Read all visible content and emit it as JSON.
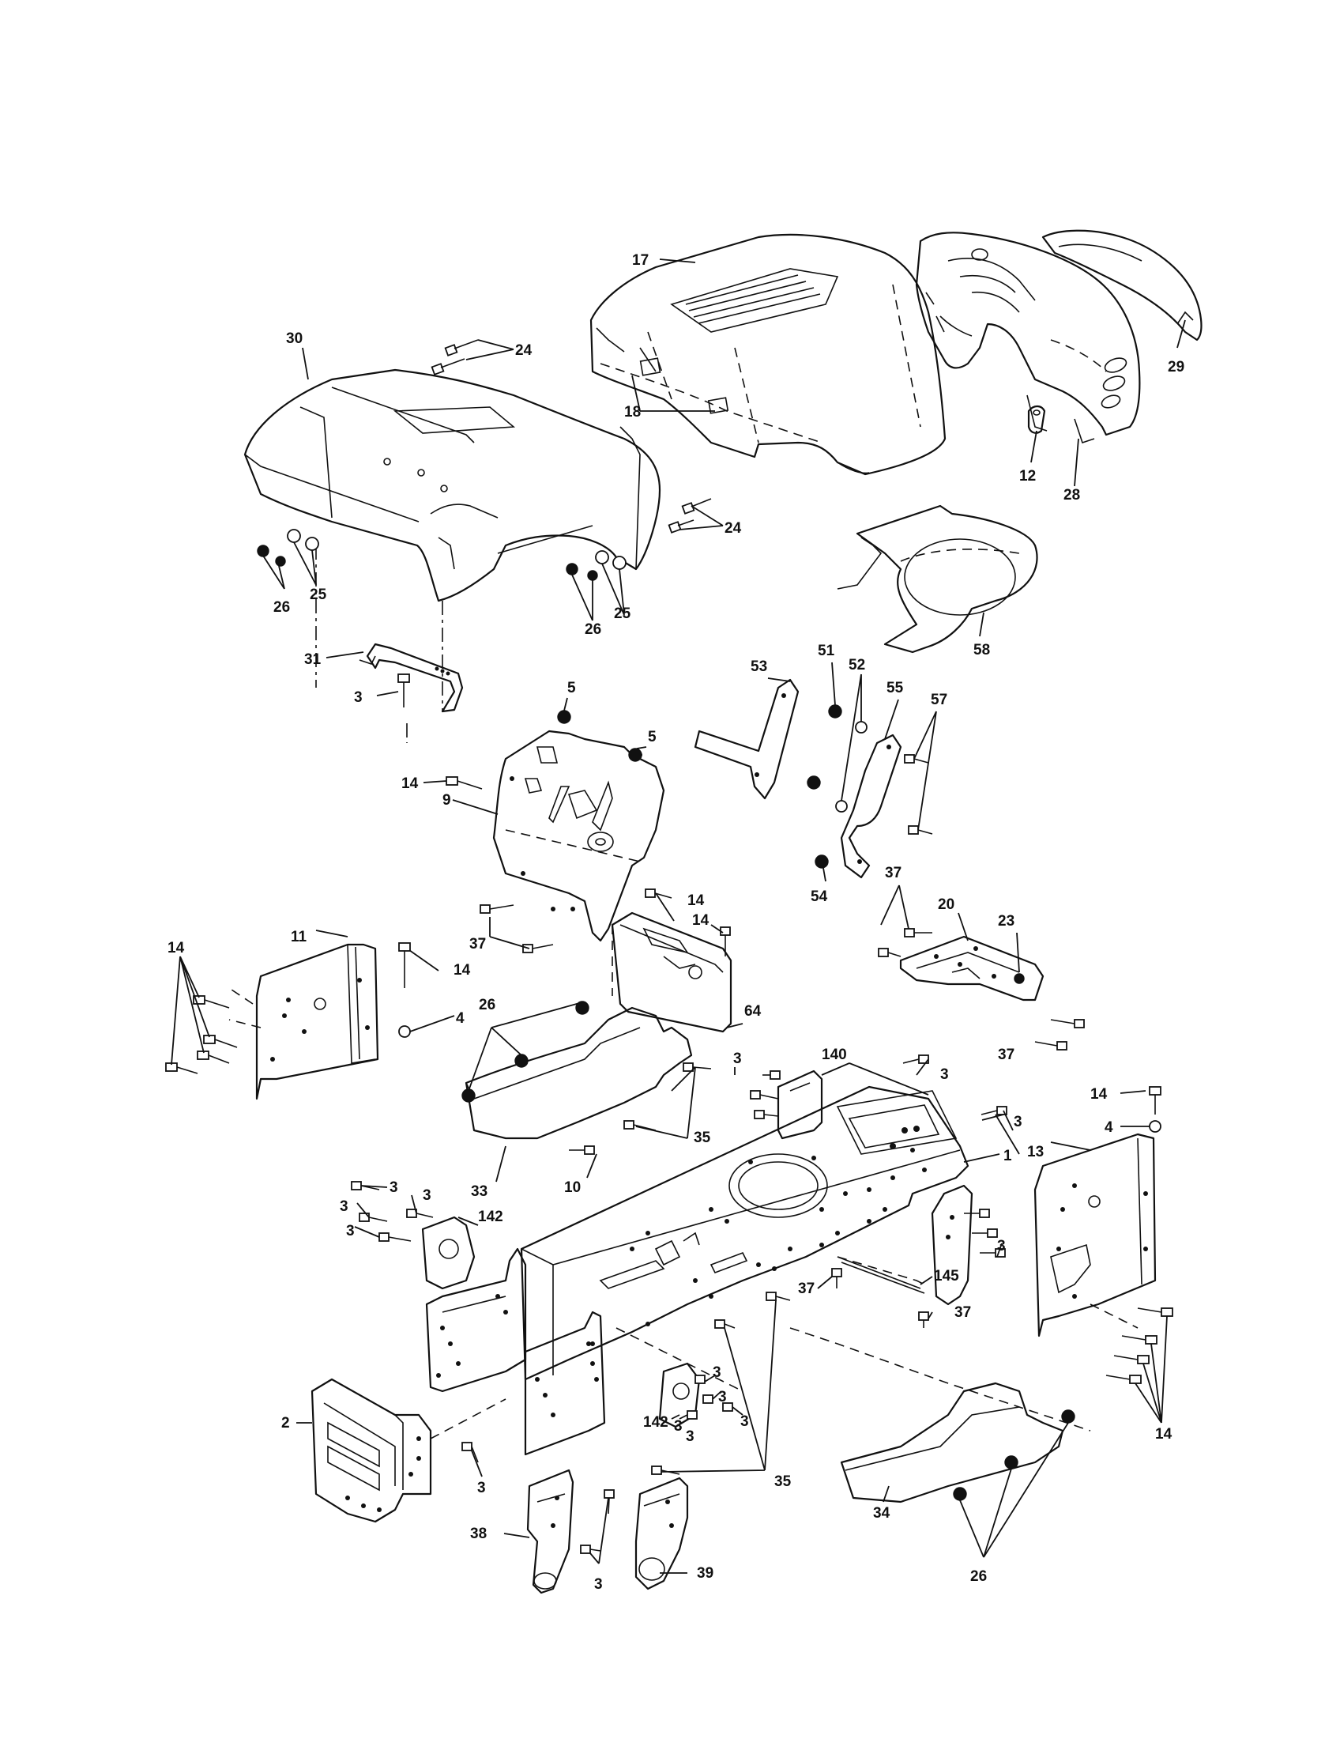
{
  "diagram": {
    "labels": [
      {
        "id": "l17",
        "text": "17"
      },
      {
        "id": "l29",
        "text": "29"
      },
      {
        "id": "l30",
        "text": "30"
      },
      {
        "id": "l24a",
        "text": "24"
      },
      {
        "id": "l18",
        "text": "18"
      },
      {
        "id": "l12",
        "text": "12"
      },
      {
        "id": "l28",
        "text": "28"
      },
      {
        "id": "l24b",
        "text": "24"
      },
      {
        "id": "l26a",
        "text": "26"
      },
      {
        "id": "l25a",
        "text": "25"
      },
      {
        "id": "l26b",
        "text": "26"
      },
      {
        "id": "l25b",
        "text": "25"
      },
      {
        "id": "l58",
        "text": "58"
      },
      {
        "id": "l31",
        "text": "31"
      },
      {
        "id": "l3a",
        "text": "3"
      },
      {
        "id": "l53",
        "text": "53"
      },
      {
        "id": "l51",
        "text": "51"
      },
      {
        "id": "l52",
        "text": "52"
      },
      {
        "id": "l55",
        "text": "55"
      },
      {
        "id": "l57",
        "text": "57"
      },
      {
        "id": "l5a",
        "text": "5"
      },
      {
        "id": "l5b",
        "text": "5"
      },
      {
        "id": "l14a",
        "text": "14"
      },
      {
        "id": "l9",
        "text": "9"
      },
      {
        "id": "l54",
        "text": "54"
      },
      {
        "id": "l37a",
        "text": "37"
      },
      {
        "id": "l20",
        "text": "20"
      },
      {
        "id": "l23",
        "text": "23"
      },
      {
        "id": "l14b",
        "text": "14"
      },
      {
        "id": "l14c",
        "text": "14"
      },
      {
        "id": "l37b",
        "text": "37"
      },
      {
        "id": "l14d",
        "text": "14"
      },
      {
        "id": "l11",
        "text": "11"
      },
      {
        "id": "l14e",
        "text": "14"
      },
      {
        "id": "l4a",
        "text": "4"
      },
      {
        "id": "l26c",
        "text": "26"
      },
      {
        "id": "l64",
        "text": "64"
      },
      {
        "id": "l37c",
        "text": "37"
      },
      {
        "id": "l3b",
        "text": "3"
      },
      {
        "id": "l140",
        "text": "140"
      },
      {
        "id": "l3c",
        "text": "3"
      },
      {
        "id": "l14f",
        "text": "14"
      },
      {
        "id": "l4b",
        "text": "4"
      },
      {
        "id": "l35a",
        "text": "35"
      },
      {
        "id": "l3d",
        "text": "3"
      },
      {
        "id": "l1",
        "text": "1"
      },
      {
        "id": "l13",
        "text": "13"
      },
      {
        "id": "l33",
        "text": "33"
      },
      {
        "id": "l10",
        "text": "10"
      },
      {
        "id": "l3e",
        "text": "3"
      },
      {
        "id": "l3f",
        "text": "3"
      },
      {
        "id": "l142a",
        "text": "142"
      },
      {
        "id": "l3g",
        "text": "3"
      },
      {
        "id": "l3h",
        "text": "3"
      },
      {
        "id": "l3i",
        "text": "3"
      },
      {
        "id": "l37d",
        "text": "37"
      },
      {
        "id": "l145",
        "text": "145"
      },
      {
        "id": "l37e",
        "text": "37"
      },
      {
        "id": "l3j",
        "text": "3"
      },
      {
        "id": "l3k",
        "text": "3"
      },
      {
        "id": "l142b",
        "text": "142"
      },
      {
        "id": "l3l",
        "text": "3"
      },
      {
        "id": "l3m",
        "text": "3"
      },
      {
        "id": "l3n",
        "text": "3"
      },
      {
        "id": "l2",
        "text": "2"
      },
      {
        "id": "l3o",
        "text": "3"
      },
      {
        "id": "l35b",
        "text": "35"
      },
      {
        "id": "l14g",
        "text": "14"
      },
      {
        "id": "l34",
        "text": "34"
      },
      {
        "id": "l38",
        "text": "38"
      },
      {
        "id": "l3p",
        "text": "3"
      },
      {
        "id": "l39",
        "text": "39"
      },
      {
        "id": "l26d",
        "text": "26"
      }
    ]
  }
}
